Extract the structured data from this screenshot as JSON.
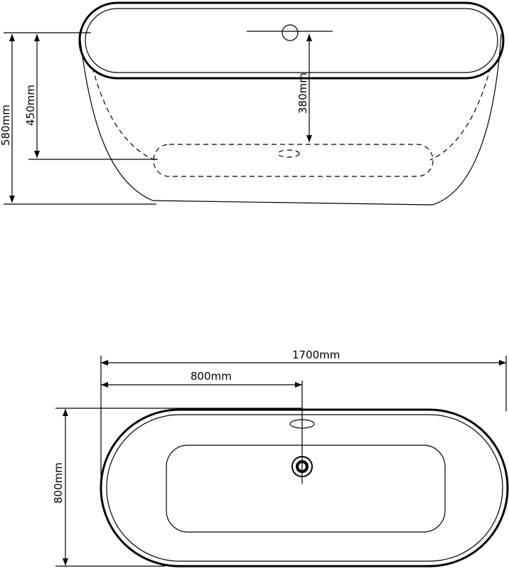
{
  "side_view": {
    "height_total_label": "580mm",
    "interior_depth_label": "450mm",
    "overflow_height_label": "380mm"
  },
  "top_view": {
    "length_label": "1700mm",
    "drain_position_label": "800mm",
    "width_label": "800mm"
  }
}
